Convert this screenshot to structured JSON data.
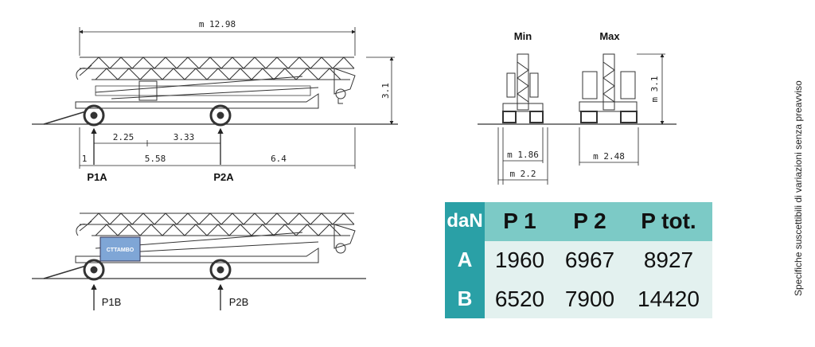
{
  "drawing": {
    "overall_length": "m 12.98",
    "height_label": "3.1",
    "dims_top": [
      "2.25",
      "3.33"
    ],
    "dims_bottom": [
      "1",
      "5.58",
      "6.4"
    ],
    "axle_a": [
      "P1A",
      "P2A"
    ],
    "axle_b": [
      "P1B",
      "P2B"
    ],
    "view_min": "Min",
    "view_max": "Max",
    "max_height": "m 3.1",
    "min_track": "m 1.86",
    "min_width": "m 2.2",
    "max_width": "m 2.48",
    "brand_plate": "CTTAMBO"
  },
  "table": {
    "unit": "daN",
    "columns": [
      "P 1",
      "P 2",
      "P tot."
    ],
    "rows": [
      {
        "label": "A",
        "values": [
          "1960",
          "6967",
          "8927"
        ]
      },
      {
        "label": "B",
        "values": [
          "6520",
          "7900",
          "14420"
        ]
      }
    ]
  },
  "disclaimer": "Specifiche suscettibili di variazioni senza preavviso"
}
